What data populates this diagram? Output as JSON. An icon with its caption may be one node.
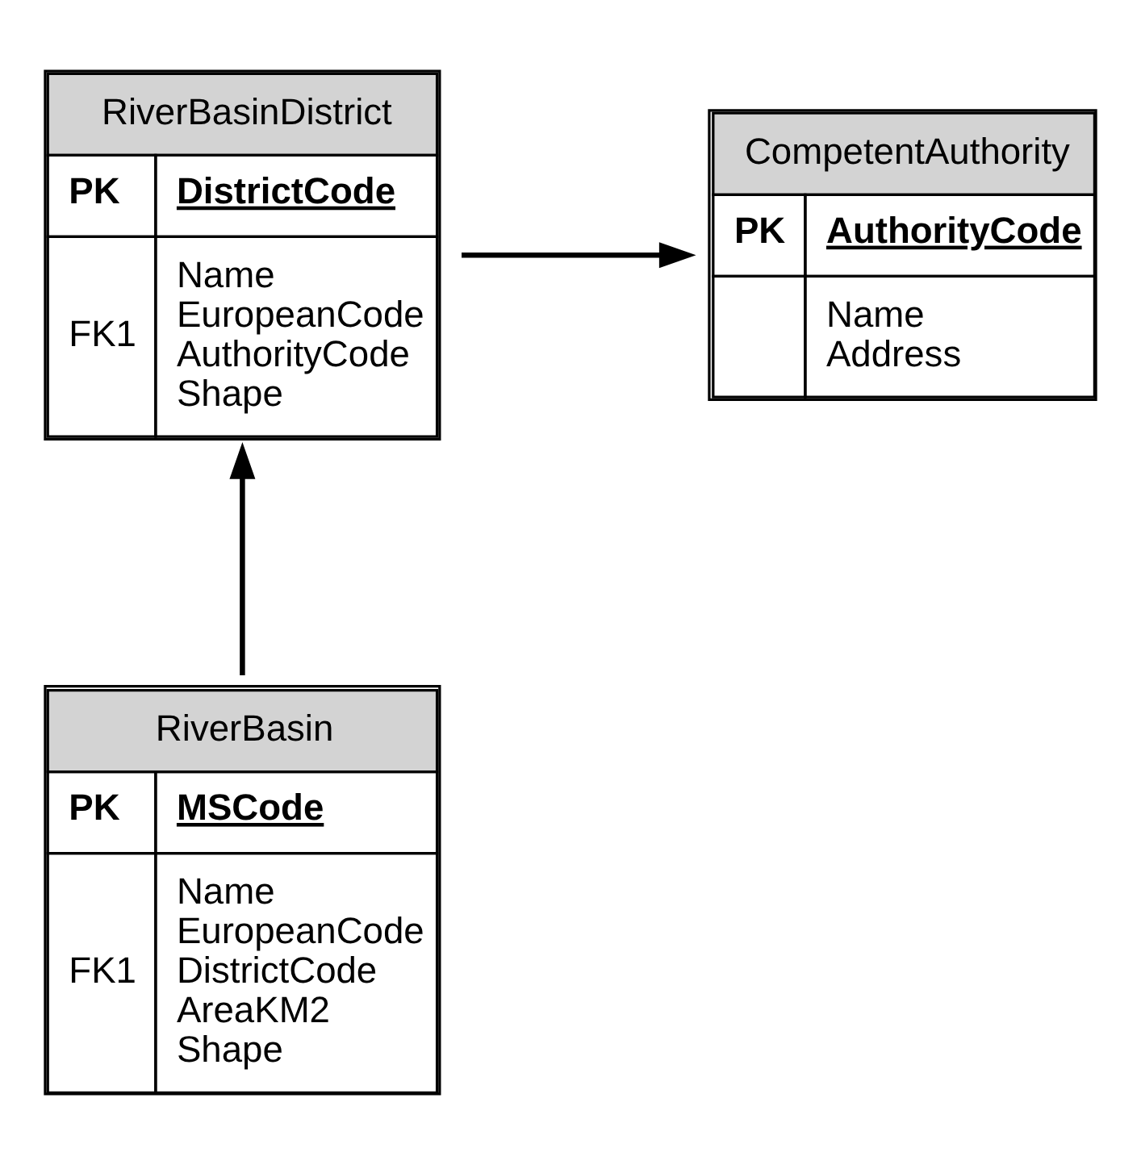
{
  "diagram": {
    "nodes": [
      {
        "text": [
          "RiverBasinDistrict",
          "PK",
          "DistrictCode",
          "FK1",
          "Name EuropeanCode AuthorityCode Shape"
        ]
      },
      {
        "text": [
          "CompetentAuthority",
          "PK",
          "AuthorityCode",
          "Name Address"
        ]
      },
      {
        "text": [
          "RiverBasin",
          "PK",
          "MSCode",
          "FK1",
          "Name EuropeanCode DistrictCode AreaKM2 Shape"
        ]
      }
    ],
    "edges": [
      {
        "from": 0,
        "to": 1,
        "arrow": "to"
      },
      {
        "from": 2,
        "to": 0,
        "arrow": "to"
      }
    ]
  }
}
